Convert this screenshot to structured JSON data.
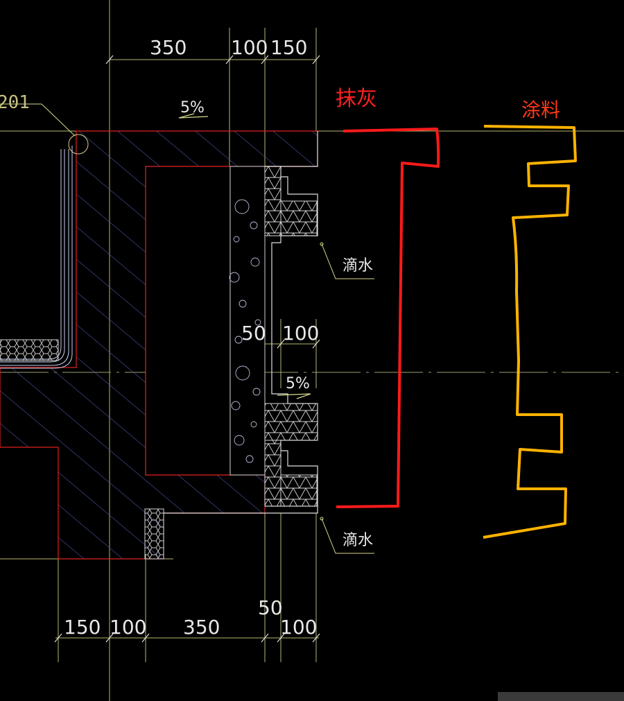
{
  "labels": {
    "plaster": "抹灰",
    "coating": "涂料",
    "drip_top": "滴水",
    "drip_bottom": "滴水",
    "ref_number": "201"
  },
  "dimensions": {
    "top": [
      "350",
      "100",
      "150"
    ],
    "middle": [
      "50",
      "100"
    ],
    "bottom": [
      "150",
      "100",
      "350",
      "100"
    ],
    "bottom_extra": "50"
  },
  "slopes": {
    "top": "5%",
    "middle": "5%"
  },
  "colors": {
    "plaster_line": "#ff1a1a",
    "coating_line": "#ffb300",
    "concrete_outline": "#e02020",
    "hatch": "#5a6ab8",
    "dim_line": "#d8d890"
  }
}
